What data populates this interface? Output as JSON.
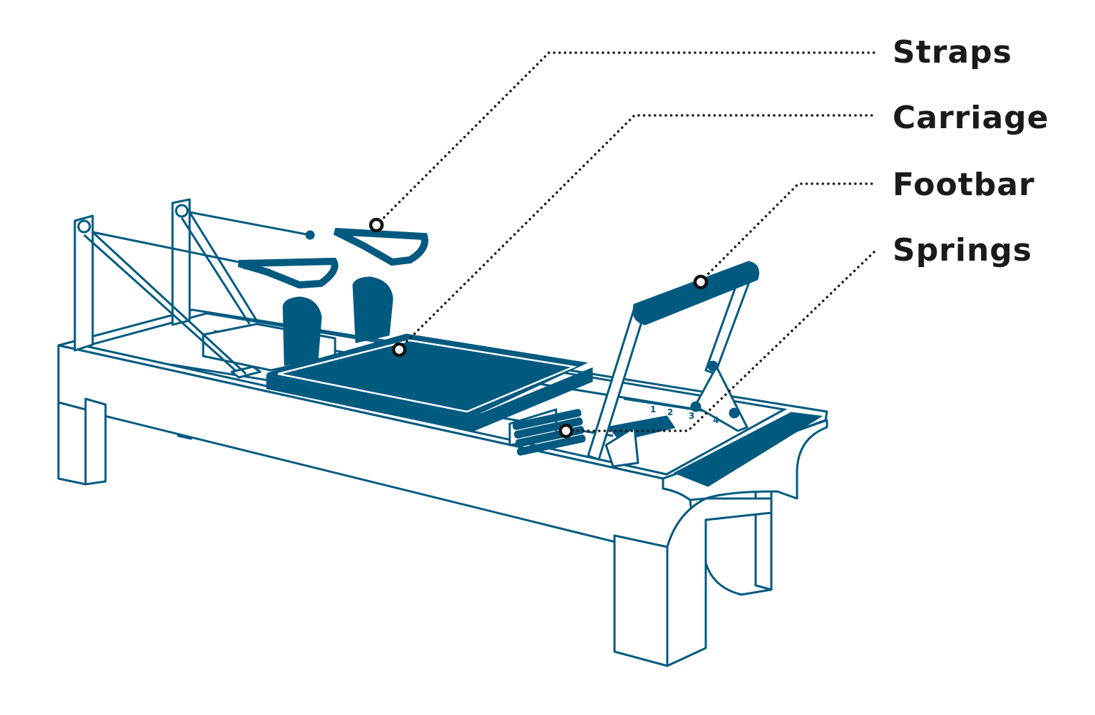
{
  "colors": {
    "accent": "#005a80",
    "line": "#1a1a1a",
    "background": "#ffffff"
  },
  "labels": [
    {
      "id": "straps",
      "text": "Straps"
    },
    {
      "id": "carriage",
      "text": "Carriage"
    },
    {
      "id": "footbar",
      "text": "Footbar"
    },
    {
      "id": "springs",
      "text": "Springs"
    }
  ],
  "spring_numbers": [
    "1",
    "2",
    "3",
    "4"
  ]
}
